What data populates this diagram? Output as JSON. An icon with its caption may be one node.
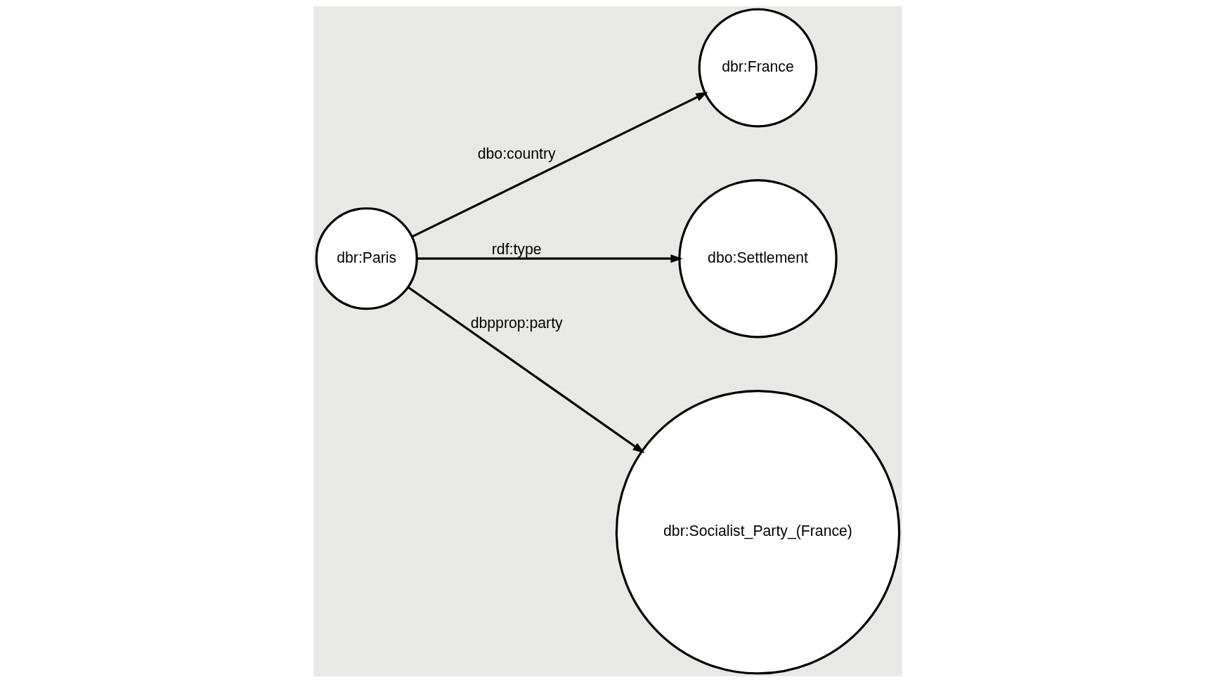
{
  "diagram": {
    "nodes": [
      {
        "text": [
          "dbr:Paris"
        ]
      },
      {
        "text": [
          "dbr:France"
        ]
      },
      {
        "text": [
          "dbo:Settlement"
        ]
      },
      {
        "text": [
          "dbr:Socialist_Party_(France)"
        ]
      }
    ],
    "edges": [
      {
        "from": 0,
        "to": 1,
        "arrow": "to",
        "label": "dbo:country"
      },
      {
        "from": 0,
        "to": 2,
        "arrow": "to",
        "label": "rdf:type"
      },
      {
        "from": 0,
        "to": 3,
        "arrow": "to",
        "label": "dbpprop:party"
      }
    ]
  }
}
